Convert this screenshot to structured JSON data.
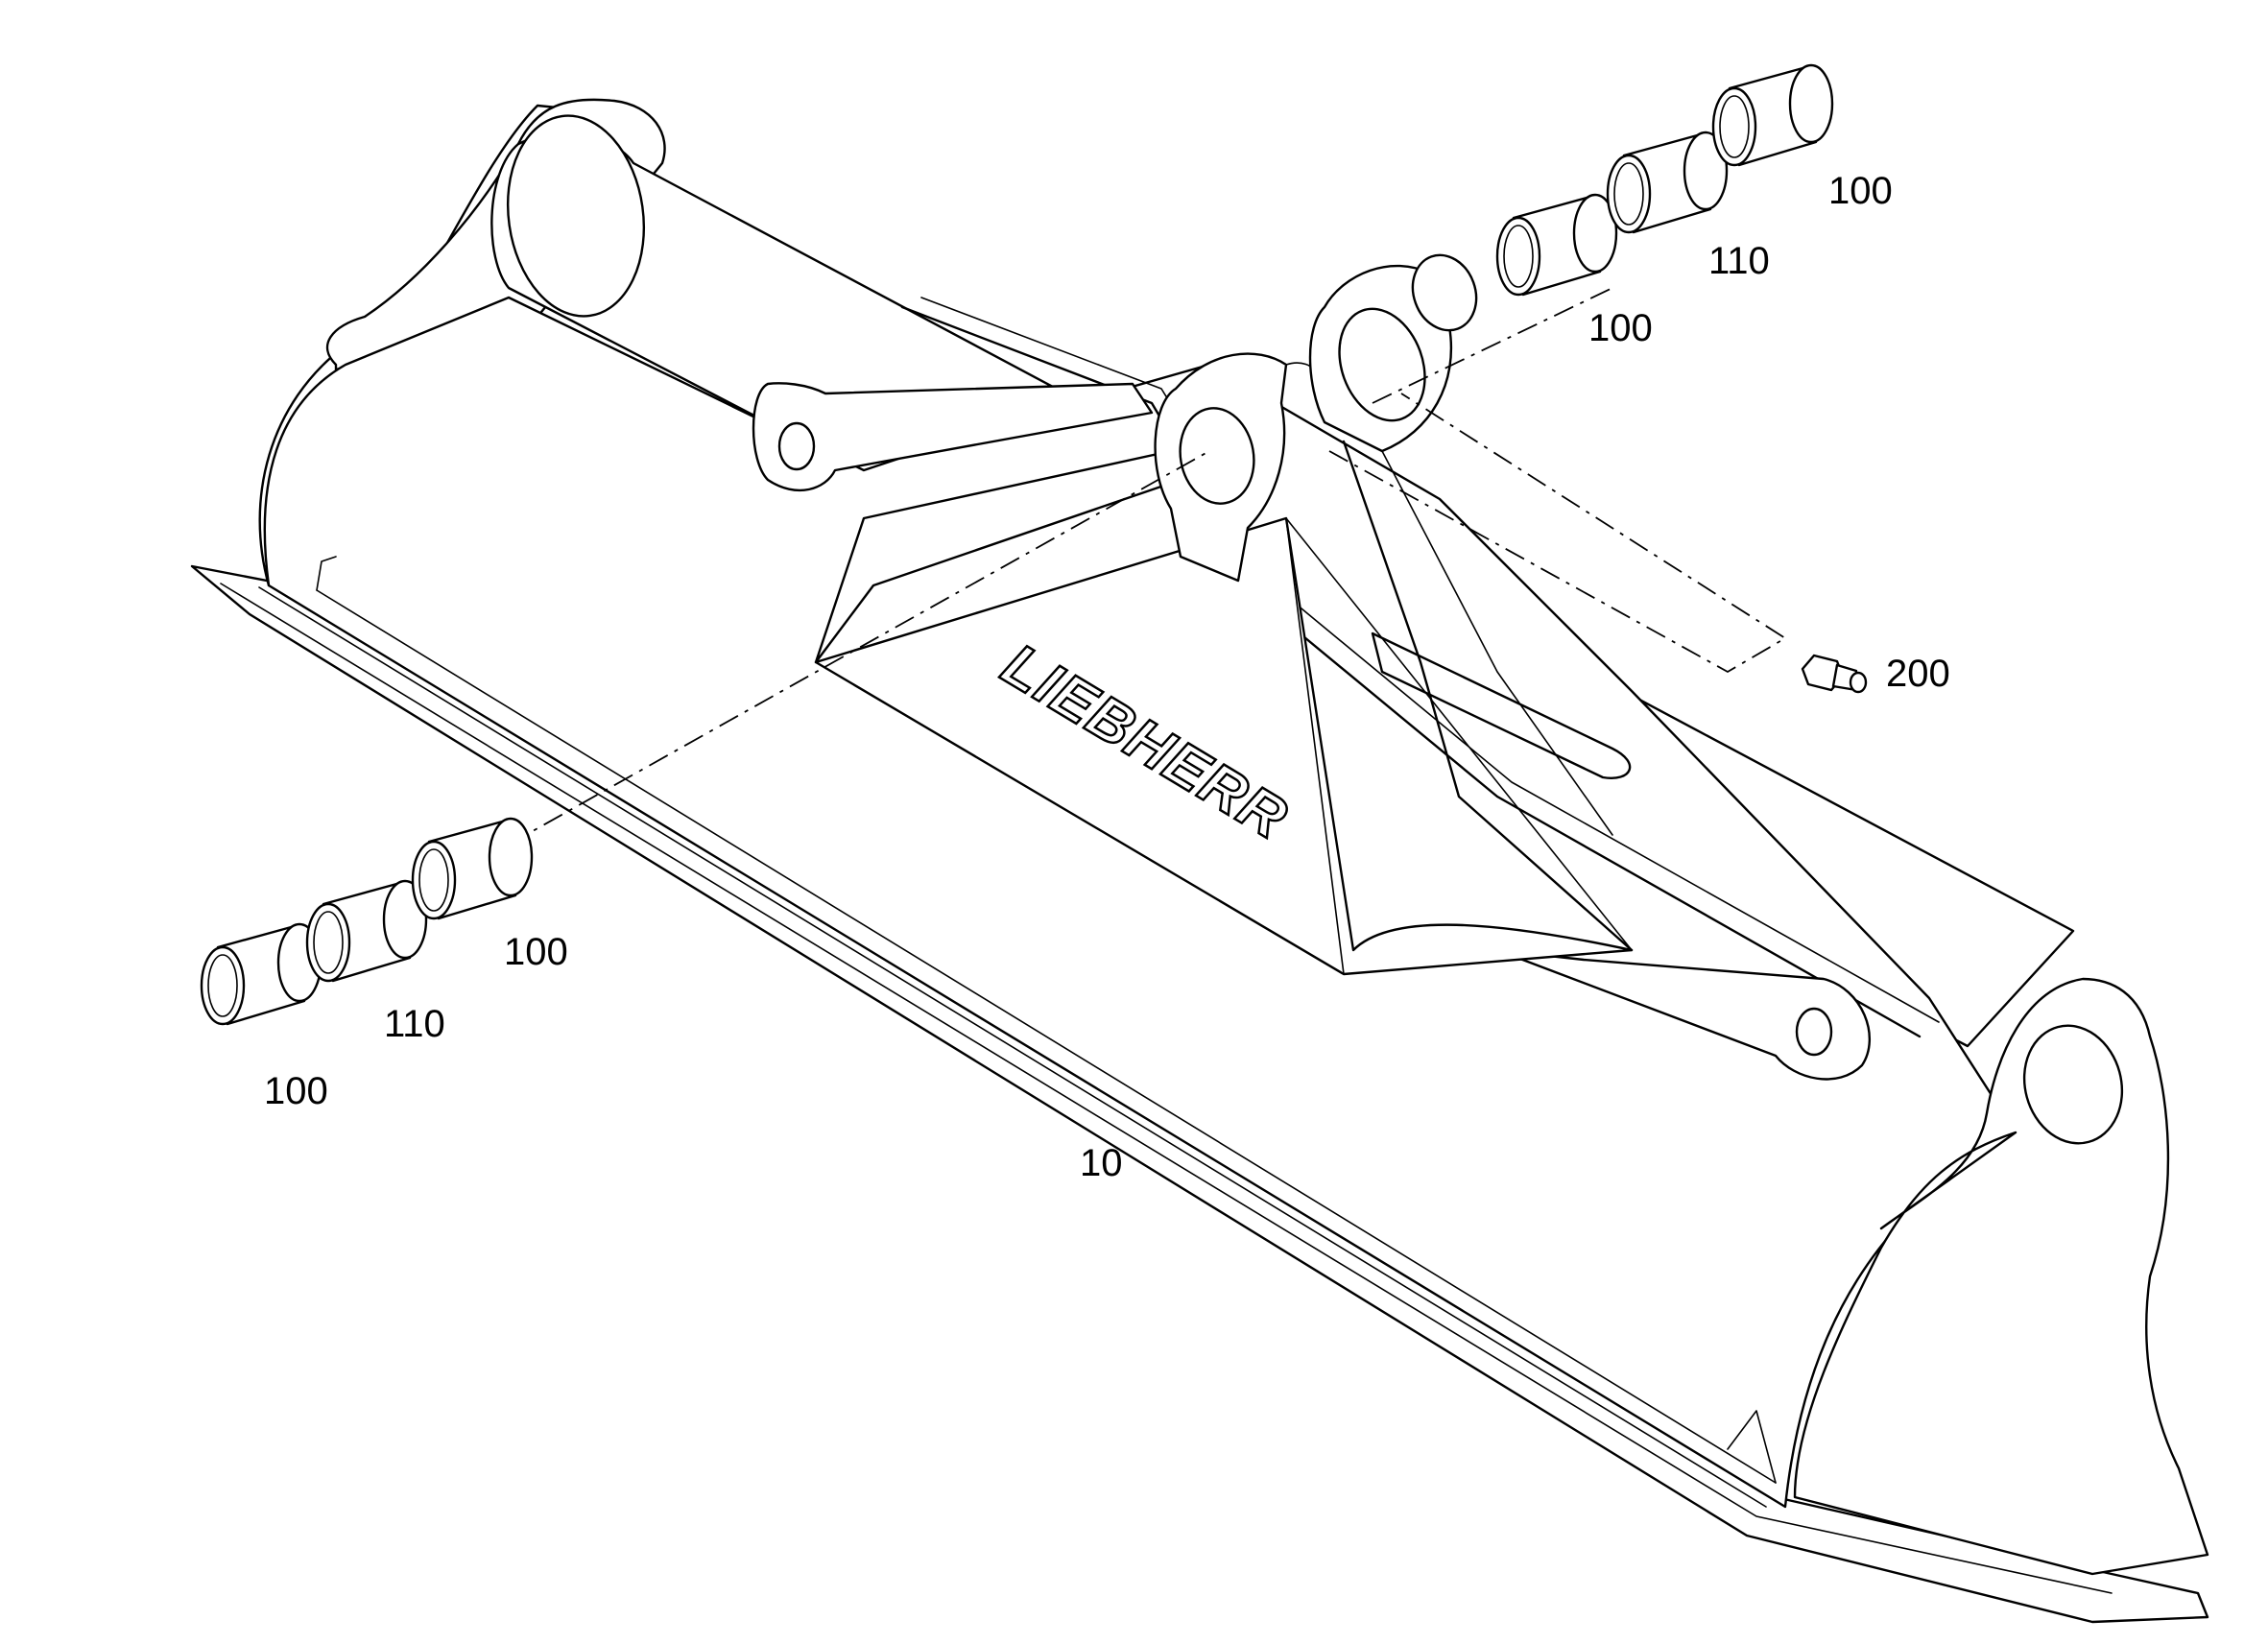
{
  "brand_logo": "LIEBHERR",
  "callouts": {
    "bucket": "10",
    "bushing_a1": "100",
    "spacer_a": "110",
    "bushing_a2": "100",
    "bushing_b1": "100",
    "spacer_b": "110",
    "bushing_b2": "100",
    "grease_nipple": "200"
  }
}
